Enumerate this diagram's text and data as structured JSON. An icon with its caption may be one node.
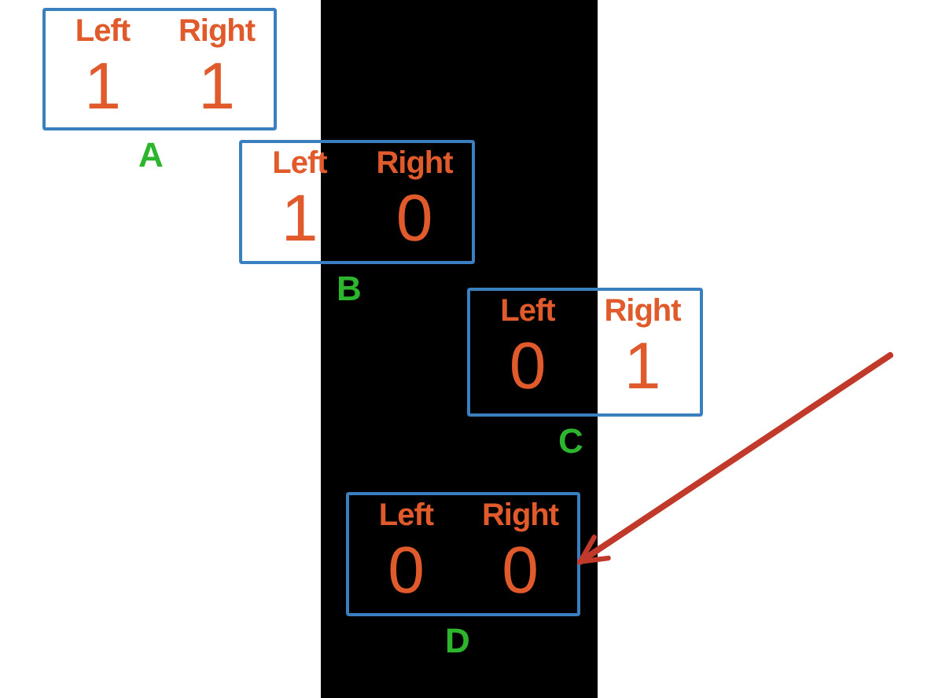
{
  "diagram": {
    "nodes": [
      {
        "text": [
          "Left",
          "Right",
          "1",
          "1"
        ],
        "beside": [
          "A"
        ]
      },
      {
        "text": [
          "Left",
          "Right",
          "1",
          "0"
        ],
        "beside": [
          "B"
        ]
      },
      {
        "text": [
          "Left",
          "Right",
          "0",
          "1"
        ],
        "beside": [
          "C"
        ]
      },
      {
        "text": [
          "Left",
          "Right",
          "0",
          "0"
        ],
        "beside": [
          "D"
        ]
      }
    ],
    "edges": [
      {
        "from": null,
        "to": 3,
        "arrow": "to",
        "color": "#c0392b"
      }
    ]
  }
}
